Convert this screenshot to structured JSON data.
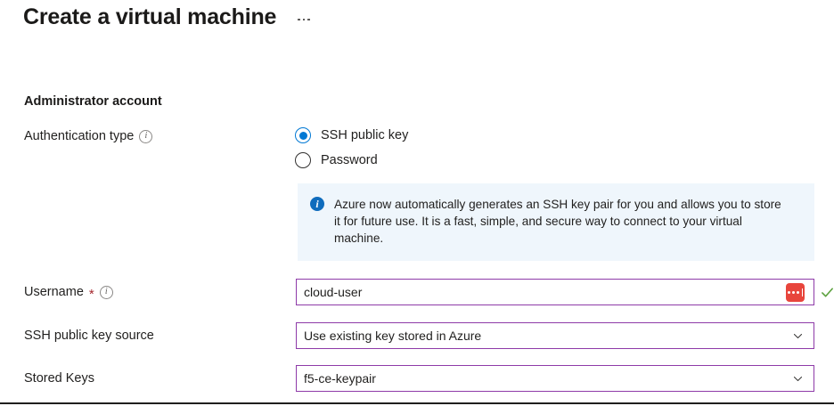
{
  "header": {
    "title": "Create a virtual machine",
    "menu_icon": "ellipsis-horizontal-icon"
  },
  "section": {
    "heading": "Administrator account"
  },
  "authentication": {
    "label": "Authentication type",
    "info_icon": "info-icon",
    "options": [
      {
        "label": "SSH public key",
        "selected": true
      },
      {
        "label": "Password",
        "selected": false
      }
    ]
  },
  "banner": {
    "icon": "info-circle-icon",
    "text": "Azure now automatically generates an SSH key pair for you and allows you to store it for future use. It is a fast, simple, and secure way to connect to your virtual machine."
  },
  "username": {
    "label": "Username",
    "required_marker": "*",
    "info_icon": "info-icon",
    "value": "cloud-user",
    "placeholder": "",
    "password_manager_icon": "password-manager-icon",
    "validation_icon": "checkmark-icon"
  },
  "key_source": {
    "label": "SSH public key source",
    "value": "Use existing key stored in Azure",
    "chevron_icon": "chevron-down-icon"
  },
  "stored_keys": {
    "label": "Stored Keys",
    "value": "f5-ce-keypair",
    "chevron_icon": "chevron-down-icon"
  },
  "colors": {
    "accent_blue": "#0078d4",
    "field_border_purple": "#8e3aa8",
    "banner_background": "#eff6fc",
    "required_red": "#a4262c",
    "badge_red": "#e8453c",
    "valid_green": "#5aa03c"
  }
}
